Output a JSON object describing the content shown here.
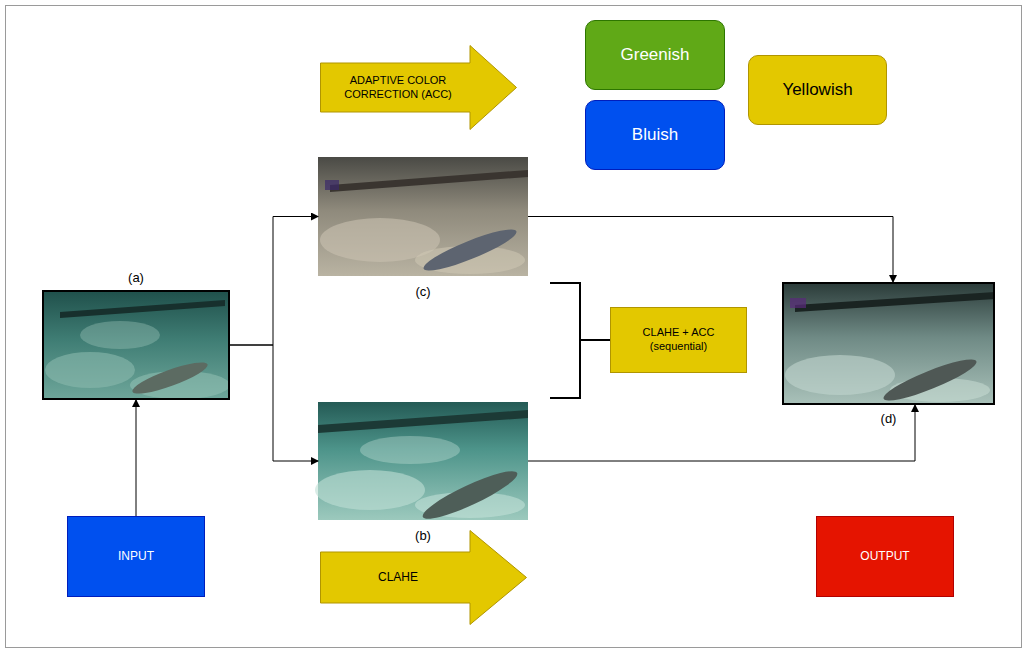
{
  "diagram": {
    "nodes": [
      {
        "text": [
          "ADAPTIVE COLOR CORRECTION (ACC)"
        ]
      },
      {
        "text": [
          "Greenish"
        ]
      },
      {
        "text": [
          "Yellowish"
        ]
      },
      {
        "text": [
          "Bluish"
        ]
      },
      {
        "text": [
          "(c)"
        ]
      },
      {
        "text": [
          "(a)"
        ]
      },
      {
        "text": [
          "CLAHE + ACC (sequential)"
        ]
      },
      {
        "text": [
          "(d)"
        ]
      },
      {
        "text": [
          "(b)"
        ]
      },
      {
        "text": [
          "CLAHE"
        ]
      },
      {
        "text": [
          "INPUT"
        ]
      },
      {
        "text": [
          "OUTPUT"
        ]
      }
    ],
    "edges": [
      {
        "from": 10,
        "to": 5,
        "arrow": "to"
      },
      {
        "from": 5,
        "to": 4,
        "arrow": "to"
      },
      {
        "from": 5,
        "to": 8,
        "arrow": "to"
      },
      {
        "from": 4,
        "to": 7,
        "arrow": "to"
      },
      {
        "from": 8,
        "to": 7,
        "arrow": "to"
      }
    ]
  }
}
